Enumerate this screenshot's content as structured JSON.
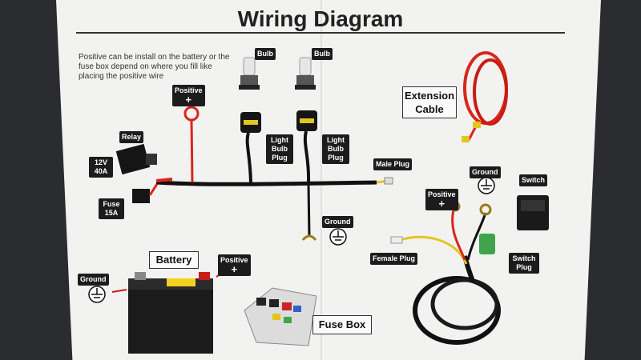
{
  "title": "Wiring Diagram",
  "note": "Positive can be install on the battery or the fuse box depend on where you fill like placing the positive wire",
  "labels": {
    "bulb_left": "Bulb",
    "bulb_right": "Bulb",
    "positive_top": "Positive",
    "relay": "Relay",
    "relay_rating": "12V 40A",
    "light_bulb_plug_left": "Light Bulb Plug",
    "light_bulb_plug_right": "Light Bulb Plug",
    "male_plug": "Male Plug",
    "fuse": "Fuse 15A",
    "ground_mid": "Ground",
    "extension_cable": "Extension Cable",
    "ground_right": "Ground",
    "switch": "Switch",
    "positive_right": "Positive",
    "female_plug": "Female Plug",
    "switch_plug": "Switch Plug",
    "battery": "Battery",
    "positive_battery": "Positive",
    "ground_battery": "Ground",
    "fuse_box": "Fuse Box",
    "plus_sign": "+"
  },
  "colors": {
    "paper": "#f2f2f0",
    "wire_red": "#d8261c",
    "wire_black": "#111111",
    "wire_yellow": "#e3c520",
    "tag_bg": "#1c1c1c"
  },
  "icons": [
    "ground-symbol-icon",
    "bulb-icon",
    "relay-icon",
    "fuse-icon",
    "battery-icon",
    "fuse-box-icon",
    "switch-icon",
    "cable-coil-icon"
  ]
}
